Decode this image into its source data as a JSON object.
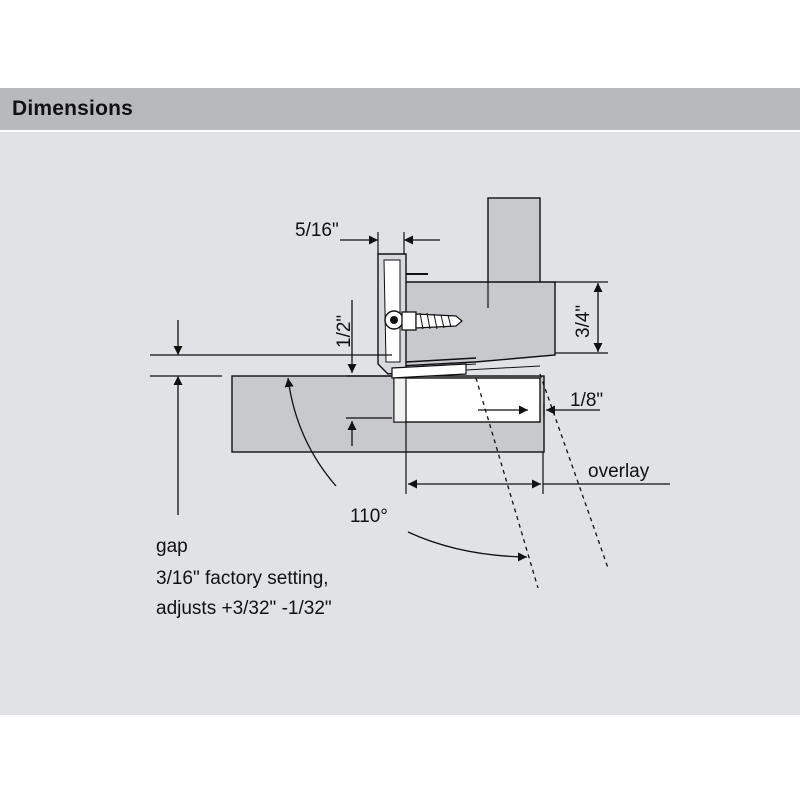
{
  "header": {
    "title": "Dimensions"
  },
  "diagram": {
    "labels": {
      "hinge_cup_offset": "5/16\"",
      "mounting_plate_height": "1/2\"",
      "frame_thickness": "3/4\"",
      "door_edge": "1/8\"",
      "overlay": "overlay",
      "opening_angle": "110°"
    },
    "gap_note": {
      "line1": "gap",
      "line2": "3/16\" factory setting,",
      "line3": "adjusts +3/32\" -1/32\""
    }
  },
  "colors": {
    "panel_bg": "#e1e2e6",
    "header_bg": "#b8b9bd",
    "part_fill": "#c8c9cd",
    "line": "#111111"
  }
}
